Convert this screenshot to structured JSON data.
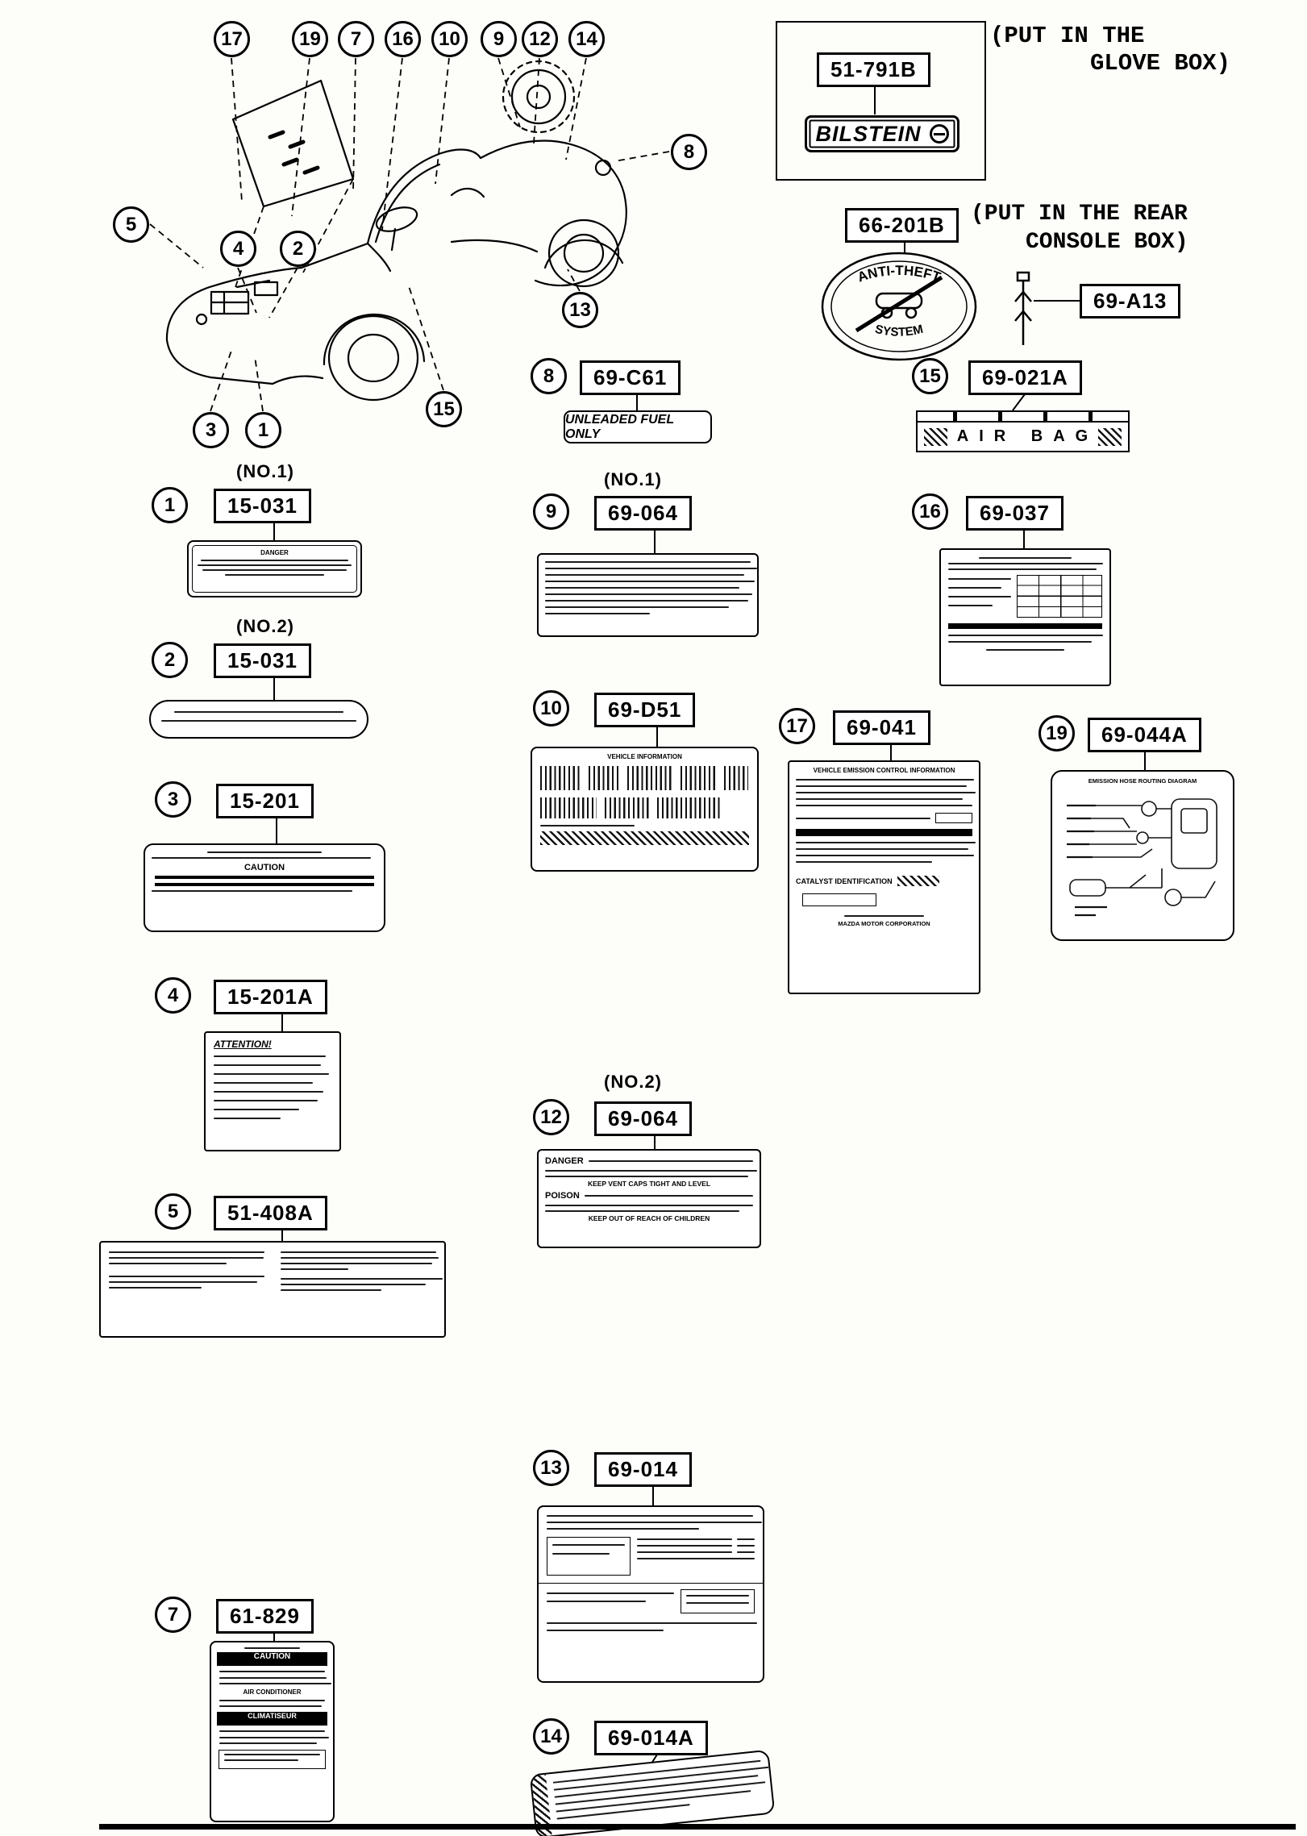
{
  "captions": {
    "glove_line1": "(PUT IN THE",
    "glove_line2": "GLOVE BOX)",
    "console_line1": "(PUT IN THE REAR",
    "console_line2": "CONSOLE BOX)"
  },
  "notes": {
    "no1": "(NO.1)",
    "no2": "(NO.2)"
  },
  "parts": {
    "p1": {
      "num": "1",
      "code": "15-031"
    },
    "p2": {
      "num": "2",
      "code": "15-031"
    },
    "p3": {
      "num": "3",
      "code": "15-201"
    },
    "p4": {
      "num": "4",
      "code": "15-201A"
    },
    "p5": {
      "num": "5",
      "code": "51-408A"
    },
    "p7": {
      "num": "7",
      "code": "61-829"
    },
    "p8": {
      "num": "8",
      "code": "69-C61"
    },
    "p9": {
      "num": "9",
      "code": "69-064"
    },
    "p10": {
      "num": "10",
      "code": "69-D51"
    },
    "p12": {
      "num": "12",
      "code": "69-064"
    },
    "p13": {
      "num": "13",
      "code": "69-014"
    },
    "p14": {
      "num": "14",
      "code": "69-014A"
    },
    "p15": {
      "num": "15",
      "code": "69-021A"
    },
    "p16": {
      "num": "16",
      "code": "69-037"
    },
    "p17": {
      "num": "17",
      "code": "69-041"
    },
    "p19": {
      "num": "19",
      "code": "69-044A"
    },
    "glove": {
      "code": "51-791B"
    },
    "console": {
      "code": "66-201B"
    },
    "clip": {
      "code": "69-A13"
    }
  },
  "badges": {
    "bilstein": "BILSTEIN",
    "anti_theft": "ANTI-THEFT",
    "system": "SYSTEM",
    "air_bag": "AIR BAG",
    "unleaded": "UNLEADED FUEL ONLY"
  },
  "label_texts": {
    "fan_danger": "DANGER",
    "jack_caution": "CAUTION",
    "coolant_attention": "ATTENTION!",
    "ac_caution": "CAUTION",
    "ac_english": "AIR CONDITIONER",
    "ac_french": "CLIMATISEUR",
    "battery_danger": "DANGER",
    "battery_poison": "POISON",
    "battery_vent": "KEEP VENT CAPS TIGHT AND LEVEL",
    "battery_keep_out": "KEEP OUT OF REACH OF CHILDREN",
    "tire_info": "VEHICLE INFORMATION",
    "emission_header": "VEHICLE EMISSION CONTROL INFORMATION",
    "catalyst": "CATALYST IDENTIFICATION",
    "mazda_corp": "MAZDA MOTOR CORPORATION",
    "hose_header": "EMISSION HOSE ROUTING DIAGRAM"
  }
}
